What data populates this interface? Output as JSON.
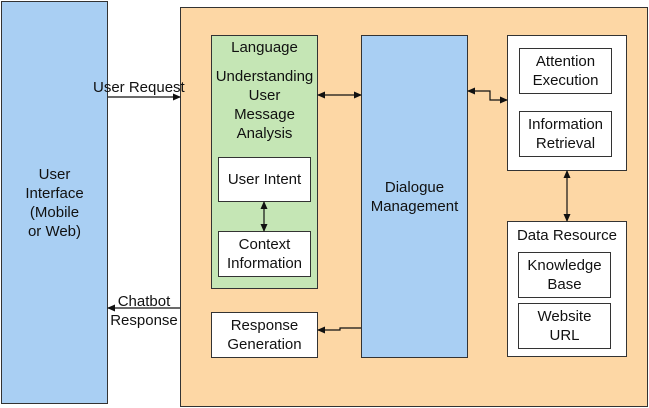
{
  "user_interface": {
    "lines": [
      "User",
      "Interface",
      "(Mobile",
      "or Web)"
    ]
  },
  "user_request": "User Request",
  "chatbot_response": {
    "lines": [
      "Chatbot",
      "Response"
    ]
  },
  "language_box": {
    "title": "Language",
    "lines": [
      "Understanding",
      "User",
      "Message",
      "Analysis"
    ],
    "user_intent": "User Intent",
    "context_information": {
      "lines": [
        "Context",
        "Information"
      ]
    }
  },
  "dialogue_management": {
    "lines": [
      "Dialogue",
      "Management"
    ]
  },
  "attention_execution": {
    "lines": [
      "Attention",
      "Execution"
    ]
  },
  "information_retrieval": {
    "lines": [
      "Information",
      "Retrieval"
    ]
  },
  "data_resource": {
    "title": "Data Resource",
    "knowledge_base": {
      "lines": [
        "Knowledge",
        "Base"
      ]
    },
    "website_url": {
      "lines": [
        "Website",
        "URL"
      ]
    }
  },
  "response_generation": {
    "lines": [
      "Response",
      "Generation"
    ]
  },
  "colors": {
    "interface_blue": "#a9cff3",
    "background_orange": "#fdd7a5",
    "language_green": "#c5e6b5"
  }
}
